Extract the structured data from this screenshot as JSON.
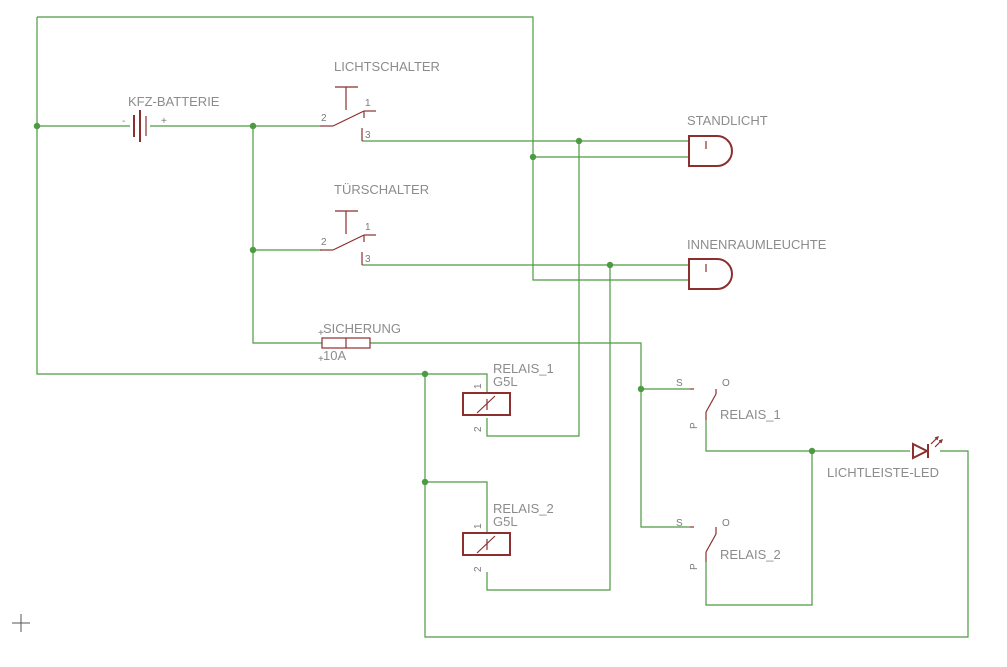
{
  "labels": {
    "battery": "KFZ-BATTERIE",
    "battery_minus": "-",
    "battery_plus": "+",
    "light_switch": "LICHTSCHALTER",
    "door_switch": "TÜRSCHALTER",
    "standlicht": "STANDLICHT",
    "innenraumleuchte": "INNENRAUMLEUCHTE",
    "fuse": "SICHERUNG",
    "fuse_value": "10A",
    "relay1_coil": "RELAIS_1",
    "relay1_type": "G5L",
    "relay2_coil": "RELAIS_2",
    "relay2_type": "G5L",
    "relay1_contact": "RELAIS_1",
    "relay2_contact": "RELAIS_2",
    "led": "LICHTLEISTE-LED"
  },
  "pins": {
    "p1": "1",
    "p2": "2",
    "p3": "3",
    "s": "S",
    "o": "O",
    "p": "P"
  },
  "colors": {
    "wire": "#4c9a42",
    "component": "#8b2f2f",
    "label": "#8c8c8c"
  }
}
